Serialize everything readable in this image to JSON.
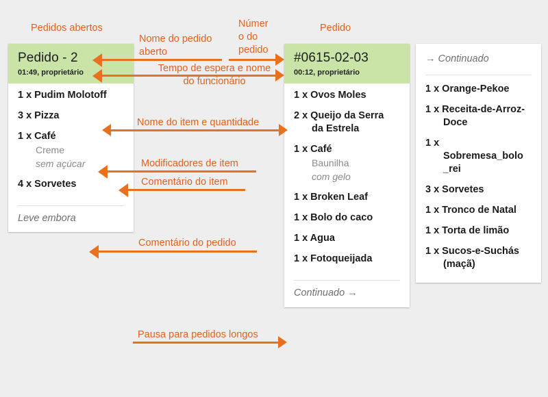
{
  "theme": {
    "background": "#eeeeee",
    "accent_orange": "#e8711f",
    "header_green": "#c9e4a6",
    "card_white": "#ffffff",
    "muted_text": "#8a8a8a"
  },
  "headings": {
    "open_orders": "Pedidos abertos",
    "order": "Pedido"
  },
  "annotations": [
    {
      "id": "order-name",
      "text": "Nome do pedido\naberto"
    },
    {
      "id": "order-number",
      "text": "Númer\no do\npedido"
    },
    {
      "id": "wait-time-staff",
      "text": "Tempo de espera e nome\ndo funcionário"
    },
    {
      "id": "item-name-qty",
      "text": "Nome do item e quantidade"
    },
    {
      "id": "item-modifiers",
      "text": "Modificadores de item"
    },
    {
      "id": "item-comment",
      "text": "Comentário do item"
    },
    {
      "id": "order-comment",
      "text": "Comentário do pedido"
    },
    {
      "id": "long-order-break",
      "text": "Pausa para pedidos longos"
    }
  ],
  "cards": {
    "open_order": {
      "title": "Pedido - 2",
      "meta": "01:49, proprietário",
      "items": [
        {
          "qty": "1",
          "sep": "x",
          "name": "Pudim Molotoff",
          "modifiers": [],
          "note": ""
        },
        {
          "qty": "3",
          "sep": "x",
          "name": "Pizza",
          "modifiers": [],
          "note": ""
        },
        {
          "qty": "1",
          "sep": "x",
          "name": "Café",
          "modifiers": [
            "Creme"
          ],
          "note": "sem açúcar"
        },
        {
          "qty": "4",
          "sep": "x",
          "name": "Sorvetes",
          "modifiers": [],
          "note": ""
        }
      ],
      "order_note": "Leve embora"
    },
    "order": {
      "title": "#0615-02-03",
      "meta": "00:12, proprietário",
      "items": [
        {
          "qty": "1",
          "sep": "x",
          "name": "Ovos Moles",
          "name_wrap": "",
          "modifiers": [],
          "note": ""
        },
        {
          "qty": "2",
          "sep": "x",
          "name": "Queijo da Serra",
          "name_wrap": "da Estrela",
          "modifiers": [],
          "note": ""
        },
        {
          "qty": "1",
          "sep": "x",
          "name": "Café",
          "name_wrap": "",
          "modifiers": [
            "Baunilha"
          ],
          "note": "com gelo"
        },
        {
          "qty": "1",
          "sep": "x",
          "name": "Broken Leaf",
          "name_wrap": "",
          "modifiers": [],
          "note": ""
        },
        {
          "qty": "1",
          "sep": "x",
          "name": "Bolo do caco",
          "name_wrap": "",
          "modifiers": [],
          "note": ""
        },
        {
          "qty": "1",
          "sep": "x",
          "name": "Agua",
          "name_wrap": "",
          "modifiers": [],
          "note": ""
        },
        {
          "qty": "1",
          "sep": "x",
          "name": "Fotoqueijada",
          "name_wrap": "",
          "modifiers": [],
          "note": ""
        }
      ],
      "footer": "Continuado",
      "footer_arrow": "→"
    },
    "continued": {
      "header_arrow": "→",
      "header": "Continuado",
      "items": [
        {
          "qty": "1",
          "sep": "x",
          "name": "Orange-Pekoe",
          "name_wrap": ""
        },
        {
          "qty": "1",
          "sep": "x",
          "name": "Receita-de-Arroz-",
          "name_wrap": "Doce"
        },
        {
          "qty": "1",
          "sep": "x",
          "name": "",
          "name_wrap": "Sobremesa_bolo\n_rei"
        },
        {
          "qty": "3",
          "sep": "x",
          "name": "Sorvetes",
          "name_wrap": ""
        },
        {
          "qty": "1",
          "sep": "x",
          "name": "Tronco de Natal",
          "name_wrap": ""
        },
        {
          "qty": "1",
          "sep": "x",
          "name": "Torta de limão",
          "name_wrap": ""
        },
        {
          "qty": "1",
          "sep": "x",
          "name": "Sucos-e-Suchás",
          "name_wrap": "(maçã)"
        }
      ]
    }
  }
}
